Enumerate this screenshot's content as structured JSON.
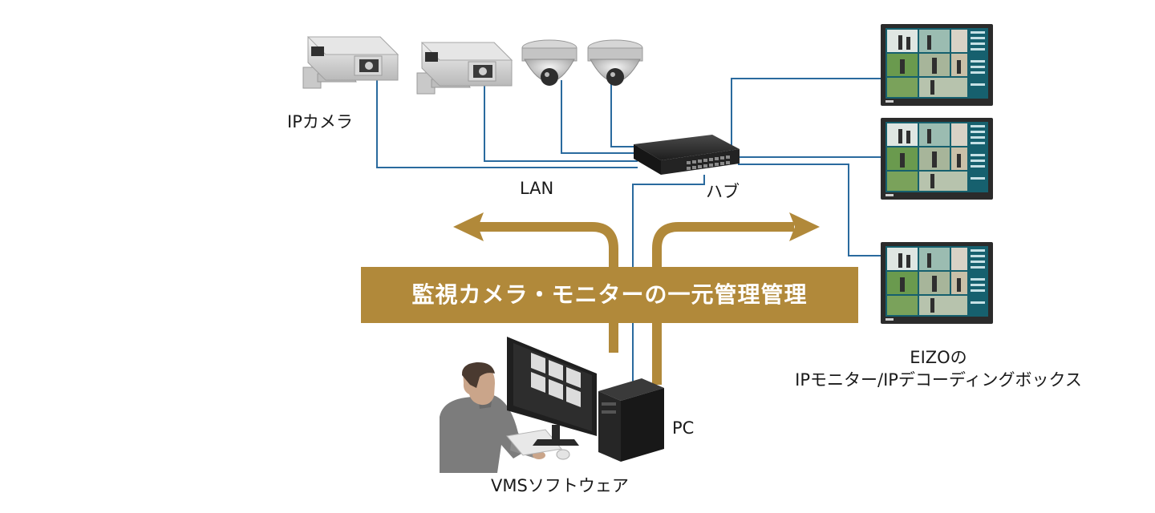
{
  "labels": {
    "ip_camera": "IPカメラ",
    "lan": "LAN",
    "hub": "ハブ",
    "pc": "PC",
    "vms_software": "VMSソフトウェア",
    "eizo_line1": "EIZOの",
    "eizo_line2": "IPモニター/IPデコーディングボックス"
  },
  "banner": {
    "text": "監視カメラ・モニターの一元管理管理"
  },
  "colors": {
    "lan_line": "#2a6a9e",
    "banner_gold": "#b1893a",
    "arrow_gold": "#b1893a",
    "monitor_bezel": "#2b2b2b",
    "screen_teal": "#16606e"
  },
  "icons": {
    "bullet_camera": "bullet-camera-icon",
    "dome_camera": "dome-camera-icon",
    "network_hub": "network-hub-icon",
    "ip_monitor": "ip-monitor-icon",
    "pc_tower": "pc-tower-icon",
    "operator": "operator-icon"
  }
}
